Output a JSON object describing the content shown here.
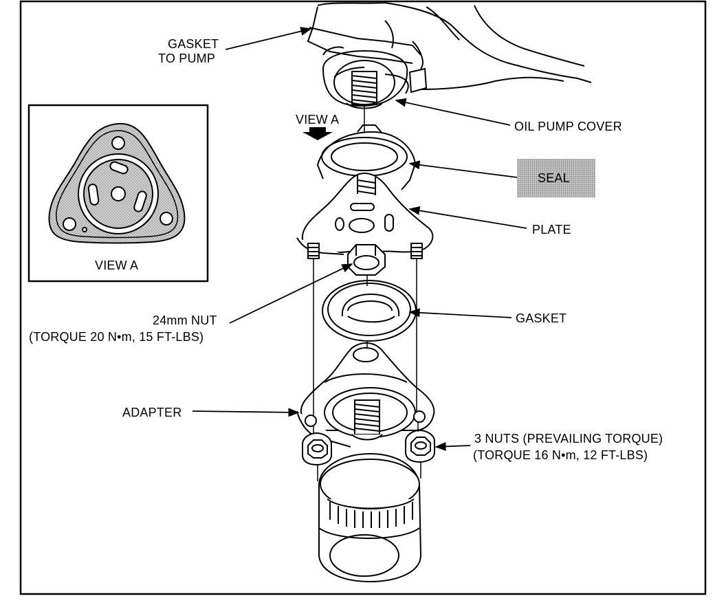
{
  "callouts": {
    "gasket_to_pump": [
      "GASKET",
      "TO PUMP"
    ],
    "oil_pump_cover": "OIL PUMP COVER",
    "view_a_arrow": "VIEW A",
    "seal": "SEAL",
    "plate": "PLATE",
    "gasket": "GASKET",
    "nut_24mm": [
      "24mm NUT",
      "(TORQUE 20 N•m, 15 FT-LBS)"
    ],
    "adapter": "ADAPTER",
    "three_nuts": [
      "3 NUTS (PREVAILING TORQUE)",
      "(TORQUE 16 N•m, 12 FT-LBS)"
    ]
  },
  "inset": {
    "caption": "VIEW A"
  }
}
